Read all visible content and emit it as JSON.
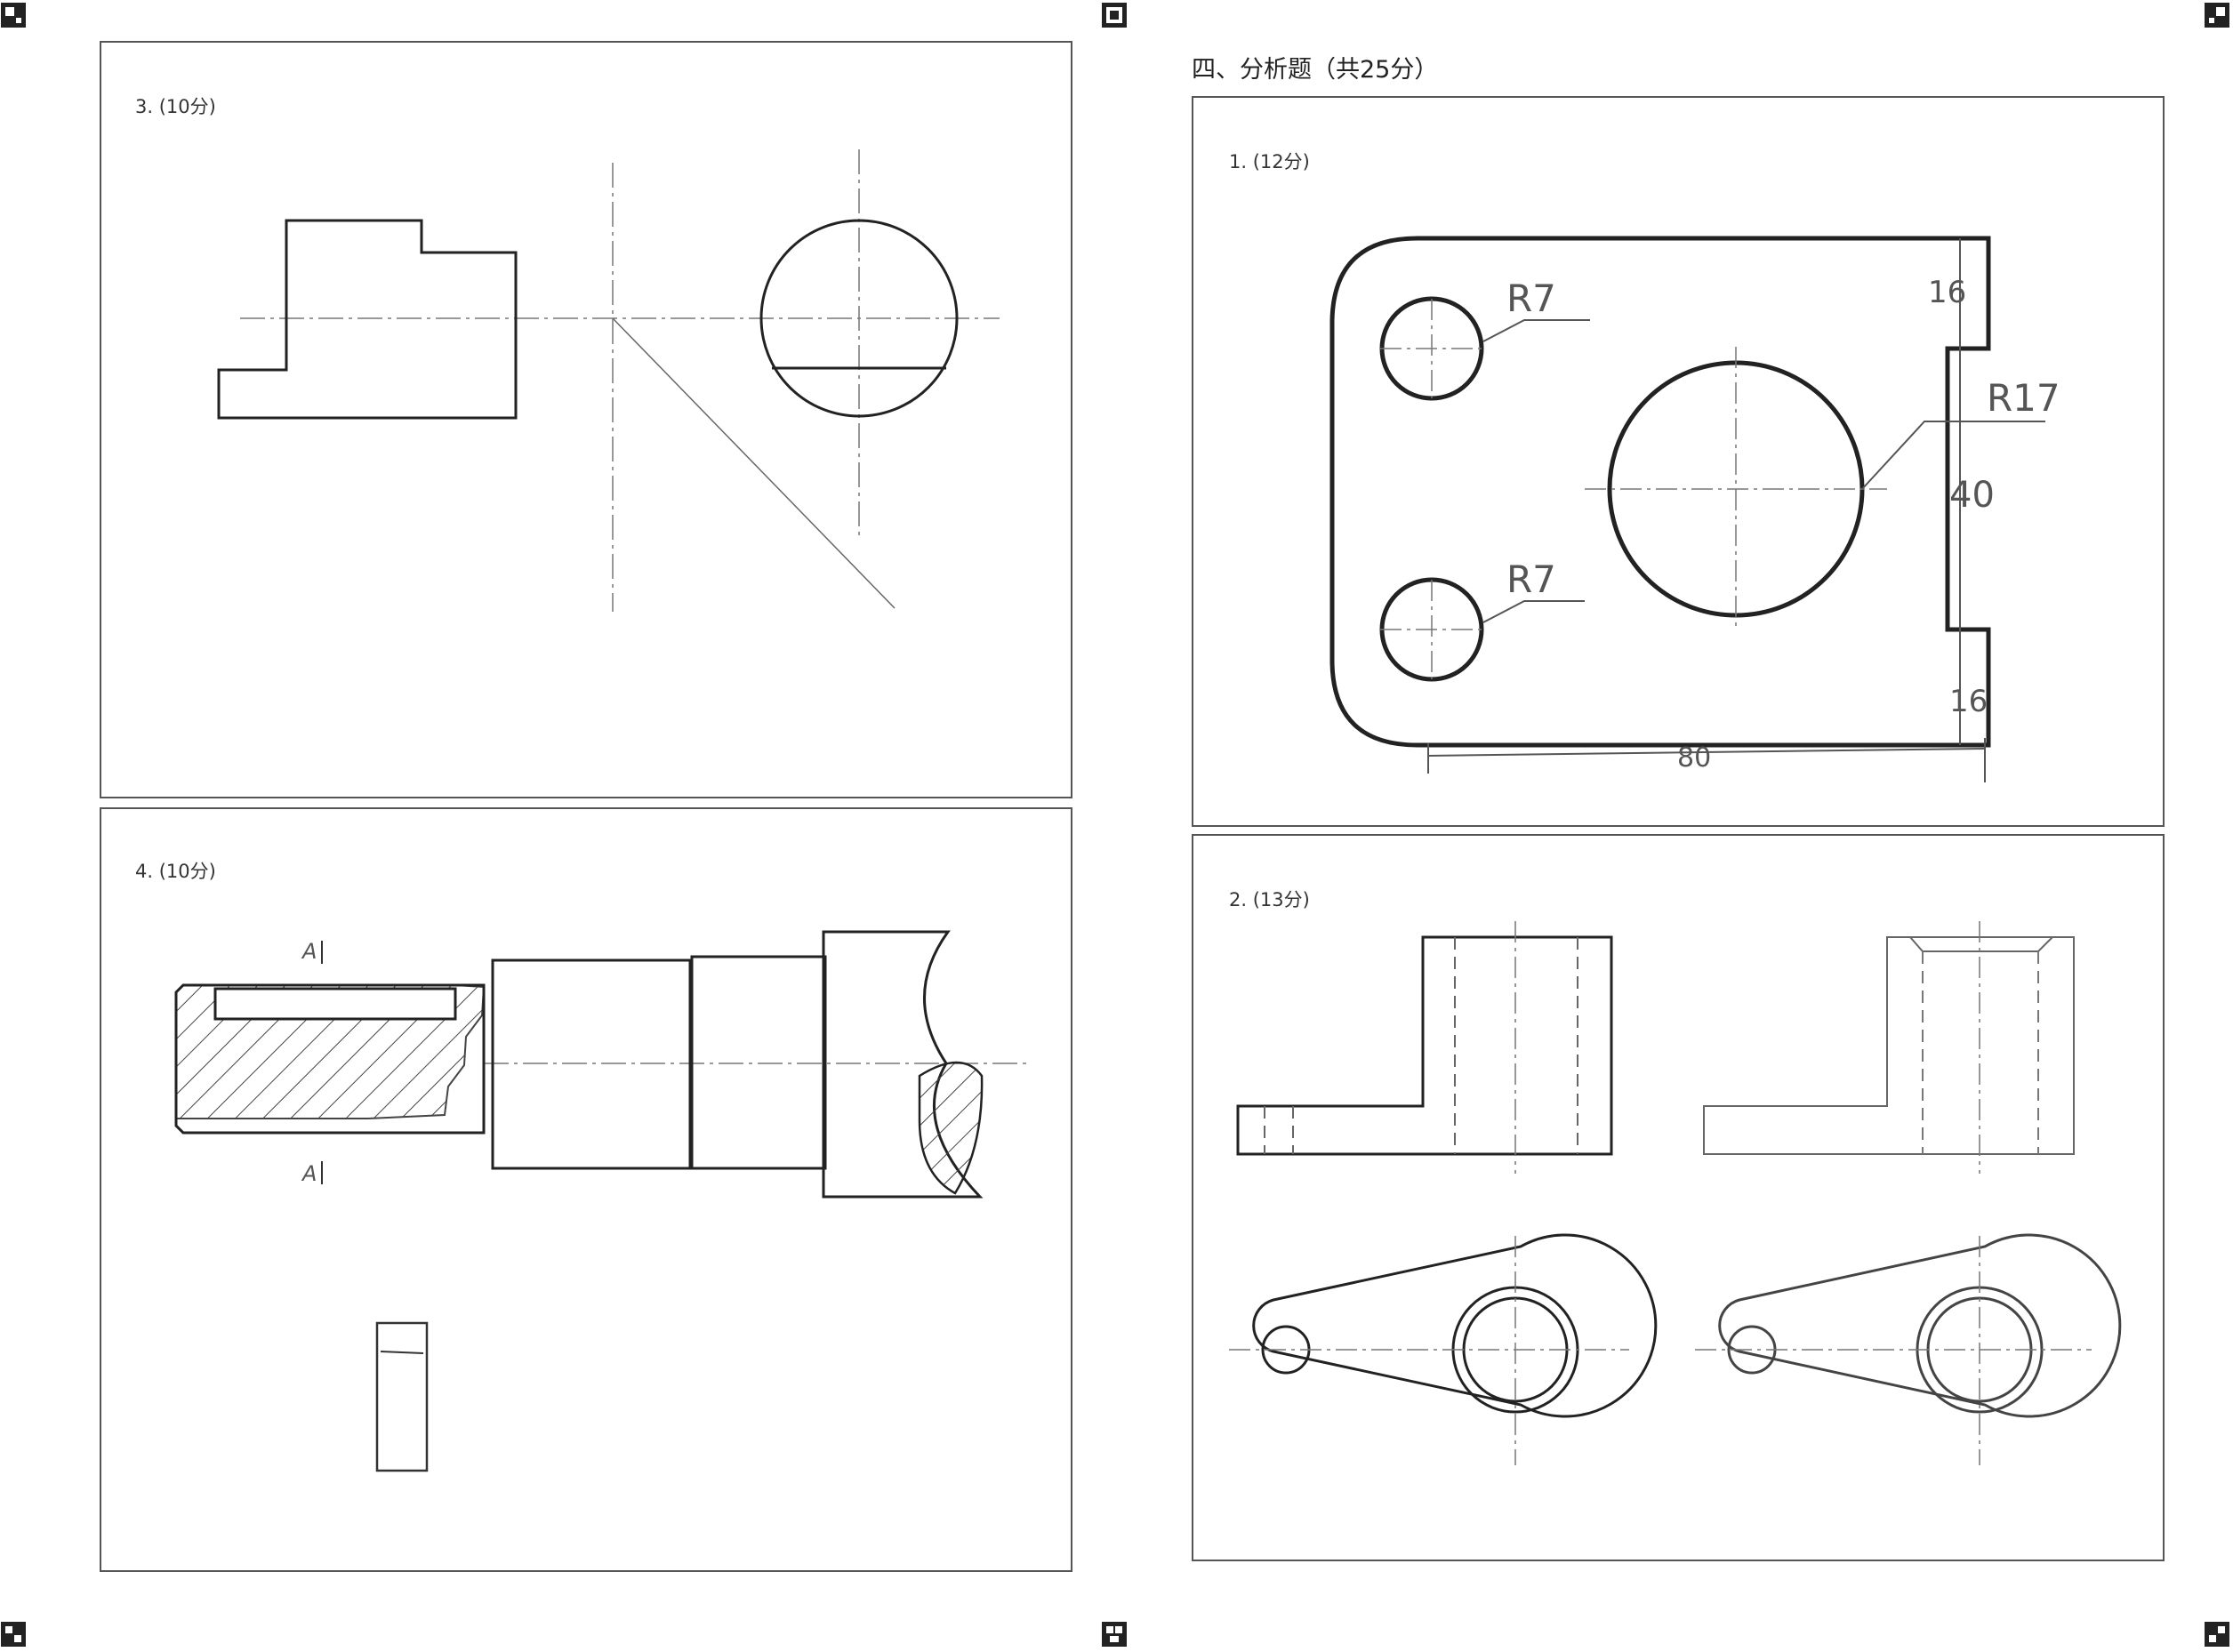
{
  "section_title": "四、分析题（共25分）",
  "questions": {
    "q3": {
      "label": "3. (10分)"
    },
    "q4": {
      "label": "4. (10分)",
      "section_marks": [
        "A",
        "A"
      ]
    },
    "a1": {
      "label": "1. (12分)",
      "dimensions": {
        "r_top": "R7",
        "r_bottom": "R7",
        "r_center": "R17",
        "height_top": "16",
        "height_mid": "40",
        "height_bottom": "16",
        "width": "80"
      }
    },
    "a2": {
      "label": "2. (13分)"
    }
  }
}
